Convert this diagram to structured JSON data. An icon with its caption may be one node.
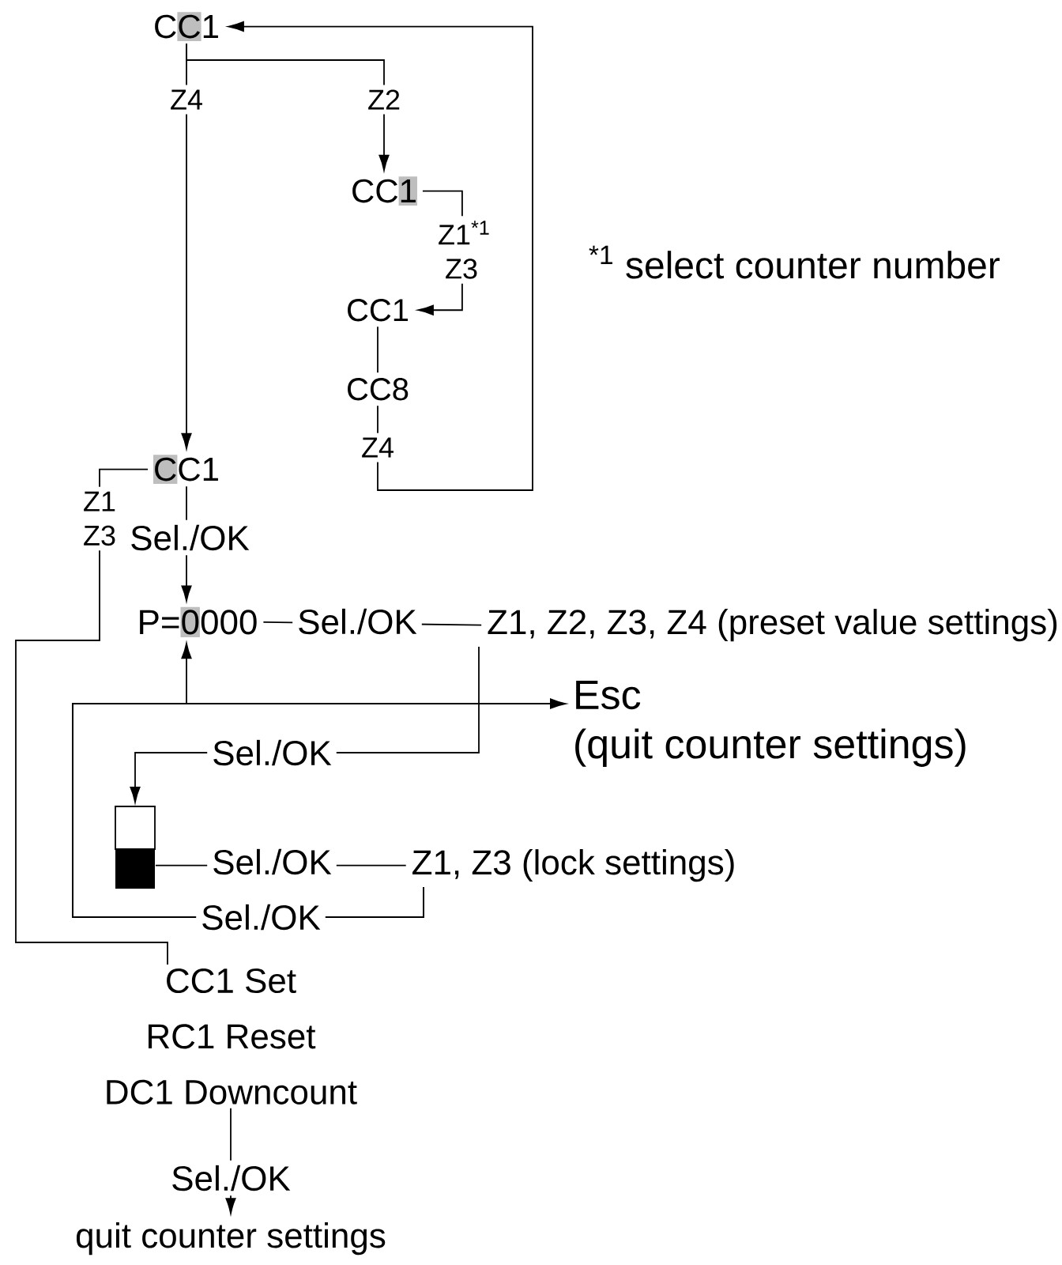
{
  "diagram": {
    "nodes": [
      {
        "text": [
          "CC1"
        ]
      },
      {
        "text": [
          "CC1"
        ]
      },
      {
        "text": [
          "CC1"
        ]
      },
      {
        "text": [
          "CC8"
        ]
      },
      {
        "text": [
          "CC1"
        ]
      },
      {
        "text": [
          "P=0000"
        ]
      },
      {
        "text": [
          "Z1, Z2, Z3, Z4 (preset value settings)"
        ]
      },
      {
        "text": [
          "Esc",
          "(quit counter settings)"
        ]
      },
      {
        "text": [],
        "shape": "box"
      },
      {
        "text": [
          "Z1, Z3 (lock settings)"
        ]
      },
      {
        "text": [
          "CC1 Set",
          "RC1 Reset",
          "DC1 Downcount"
        ]
      },
      {
        "text": [
          "quit counter settings"
        ]
      }
    ],
    "edges": [
      {
        "from": 0,
        "to": 4,
        "label": "Z4",
        "arrow": "to"
      },
      {
        "from": 0,
        "to": 1,
        "label": "Z2",
        "arrow": "to"
      },
      {
        "from": 1,
        "to": 2,
        "label": "Z1$^{*1}$ Z3",
        "arrow": "to"
      },
      {
        "from": 2,
        "to": 3,
        "arrow": "none"
      },
      {
        "from": 3,
        "to": 0,
        "label": "Z4",
        "arrow": "to"
      },
      {
        "from": 4,
        "to": 5,
        "label": "Sel./OK",
        "arrow": "to"
      },
      {
        "from": 4,
        "to": 10,
        "label": "Z1 Z3",
        "arrow": "none"
      },
      {
        "from": 5,
        "to": 6,
        "label": "Sel./OK",
        "arrow": "none"
      },
      {
        "from": 6,
        "to": 8,
        "label": "Sel./OK",
        "arrow": "to"
      },
      {
        "from": 8,
        "to": 9,
        "label": "Sel./OK",
        "arrow": "none"
      },
      {
        "from": 9,
        "to": 5,
        "label": "Sel./OK",
        "arrow": "to"
      },
      {
        "from": 9,
        "to": 7,
        "arrow": "to"
      },
      {
        "from": 10,
        "to": 11,
        "label": "Sel./OK",
        "arrow": "to"
      }
    ],
    "labels": [
      "$^{*1}$ select counter number"
    ]
  }
}
